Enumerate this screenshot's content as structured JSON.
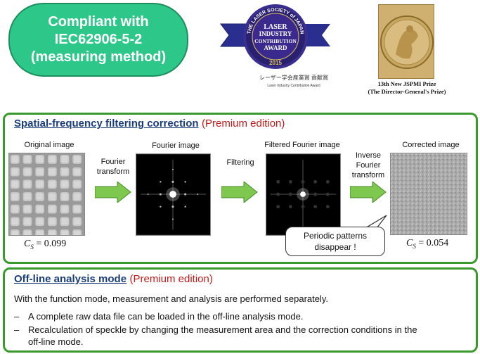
{
  "compliant": {
    "line1": "Compliant  with",
    "line2": "IEC62906-5-2",
    "line3": "(measuring method)"
  },
  "award": {
    "arc_text": "THE LASER SOCIETY of JAPAN",
    "line1": "LASER",
    "line2": "INDUSTRY",
    "line3": "CONTRIBUTION",
    "line4": "AWARD",
    "year": "2015",
    "jp_caption": "レーザー学会産業賞 貢献賞",
    "en_caption": "Laser Industry Contribution Award"
  },
  "prize": {
    "line1": "13th New JSPMI Prize",
    "line2": "(The Director-General's Prize)"
  },
  "section1": {
    "title": "Spatial-frequency filtering correction",
    "edition": "(Premium edition)",
    "captions": {
      "original": "Original image",
      "fourier": "Fourier image",
      "filtered": "Filtered Fourier image",
      "corrected": "Corrected image"
    },
    "arrows": {
      "a1_line1": "Fourier",
      "a1_line2": "transform",
      "a2_line1": "Filtering",
      "a3_line1": "Inverse",
      "a3_line2": "Fourier",
      "a3_line3": "transform"
    },
    "cs_original": "= 0.099",
    "cs_corrected": "= 0.054",
    "cs_symbol": "C",
    "cs_sub": "S",
    "callout_line1": "Periodic patterns",
    "callout_line2": "disappear !"
  },
  "section2": {
    "title": "Off-line  analysis mode",
    "edition": "(Premium edition)",
    "intro": "With the function mode, measurement and analysis are performed separately.",
    "bullet1": "A complete raw data file can be loaded in the off-line analysis mode.",
    "bullet2": "Recalculation of speckle by changing the measurement area and the correction conditions in the",
    "bullet2b": "off-line mode.",
    "dash": "–"
  },
  "colors": {
    "badge_green": "#2ec78a",
    "section_border": "#3a9a2e",
    "title_blue": "#1a3d7a",
    "edition_red": "#c41a1a",
    "arrow_green": "#7ec850"
  }
}
